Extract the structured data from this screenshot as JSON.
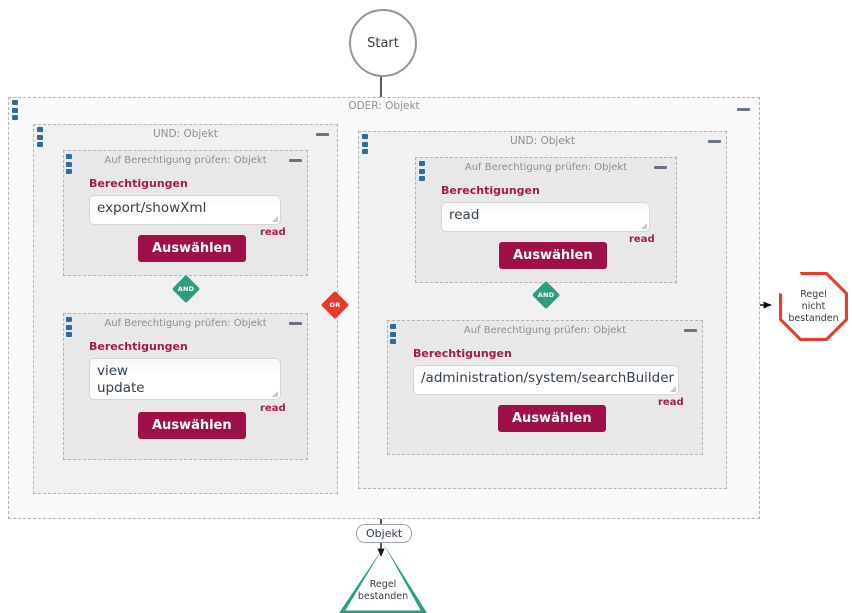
{
  "diagram": {
    "start": {
      "label": "Start"
    },
    "end_fail": {
      "label_line1": "Regel",
      "label_line2": "nicht",
      "label_line3": "bestanden"
    },
    "end_pass": {
      "label_line1": "Regel",
      "label_line2": "bestanden"
    },
    "pass_pill": {
      "label": "Objekt"
    },
    "containers": {
      "oder": {
        "title": "ODER: Objekt",
        "minimize": "−"
      },
      "und_left": {
        "title": "UND: Objekt",
        "minimize": "−"
      },
      "und_right": {
        "title": "UND: Objekt",
        "minimize": "−"
      }
    },
    "operators": {
      "and_left": "AND",
      "and_right": "AND",
      "or_middle": "OR"
    },
    "checks": [
      {
        "title": "Auf Berechtigung prüfen: Objekt",
        "field_label": "Berechtigungen",
        "value": "export/showXml",
        "read_label": "read",
        "button_label": "Auswählen",
        "minimize": "−"
      },
      {
        "title": "Auf Berechtigung prüfen: Objekt",
        "field_label": "Berechtigungen",
        "value": "view\nupdate",
        "read_label": "read",
        "button_label": "Auswählen",
        "minimize": "−"
      },
      {
        "title": "Auf Berechtigung prüfen: Objekt",
        "field_label": "Berechtigungen",
        "value": "read",
        "read_label": "read",
        "button_label": "Auswählen",
        "minimize": "−"
      },
      {
        "title": "Auf Berechtigung prüfen: Objekt",
        "field_label": "Berechtigungen",
        "value": "/administration/system/searchBuilder",
        "read_label": "read",
        "button_label": "Auswählen",
        "minimize": "−"
      }
    ],
    "colors": {
      "accent_crimson": "#a01048",
      "and_green": "#2e9e7e",
      "or_red": "#e8392c",
      "fail_red": "#ed3b2a",
      "pass_green": "#2e9e7e",
      "panel_border": "#b4b4b4",
      "title_gray": "#8a9099"
    }
  }
}
